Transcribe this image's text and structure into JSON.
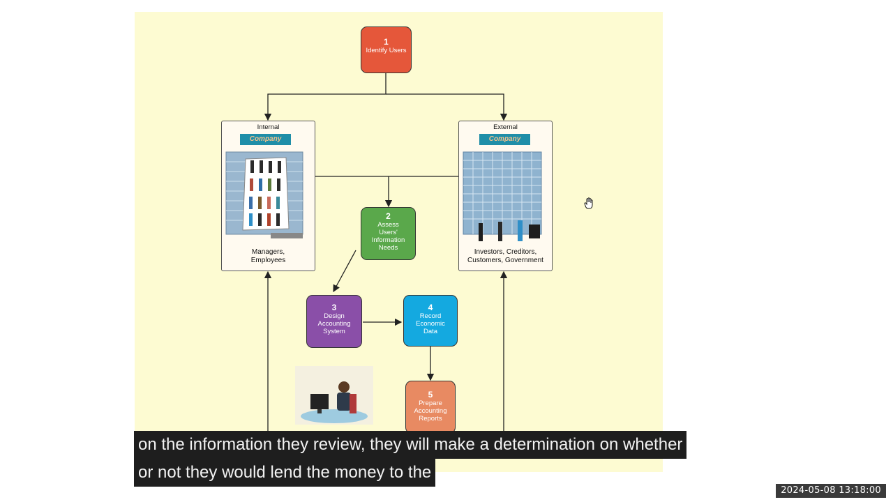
{
  "diagram": {
    "step1": {
      "num": "1",
      "label": "Identify Users"
    },
    "internal": {
      "heading": "Internal",
      "sign": "Company",
      "caption": "Managers, Employees"
    },
    "external": {
      "heading": "External",
      "sign": "Company",
      "caption": "Investors, Creditors, Customers, Government"
    },
    "step2": {
      "num": "2",
      "label": "Assess Users' Information Needs"
    },
    "step3": {
      "num": "3",
      "label": "Design Accounting System"
    },
    "step4": {
      "num": "4",
      "label": "Record Economic Data"
    },
    "step5": {
      "num": "5",
      "label": "Prepare Accounting Reports"
    },
    "colors": {
      "step1": "#e5573a",
      "step2": "#5aa84b",
      "step3": "#8a4fa8",
      "step4": "#14a9e0",
      "step5": "#e88a62",
      "slide_bg": "#fdfbd2"
    }
  },
  "caption": {
    "line1": "on the information they review, they will make a determination on whether",
    "line2": "or not they would lend the money to the"
  },
  "timestamp": "2024-05-08  13:18:00"
}
